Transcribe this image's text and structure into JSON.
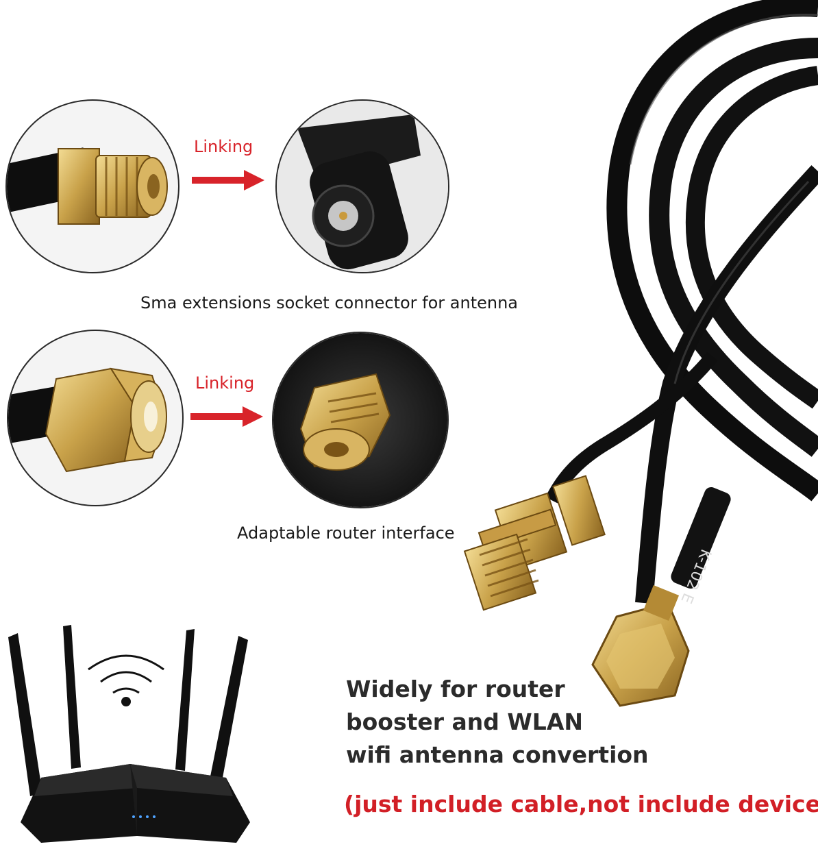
{
  "panels": [
    {
      "link_label": "Linking",
      "caption": "Sma extensions socket connector for antenna"
    },
    {
      "link_label": "Linking",
      "caption": "Adaptable router interface"
    }
  ],
  "headline": {
    "lines": [
      "Widely for router",
      "booster and WLAN",
      "wifi antenna convertion"
    ]
  },
  "note": "(just include cable,not include device)",
  "cable_marking": "K-102 E",
  "colors": {
    "accent_red": "#d8232a",
    "gold": "#c9a24a",
    "cable_black": "#0d0d0d"
  },
  "icons": [
    "wifi-icon",
    "router-image",
    "arrow-right-icon",
    "sma-female-connector-image",
    "sma-male-connector-image",
    "antenna-socket-image",
    "router-port-image"
  ]
}
